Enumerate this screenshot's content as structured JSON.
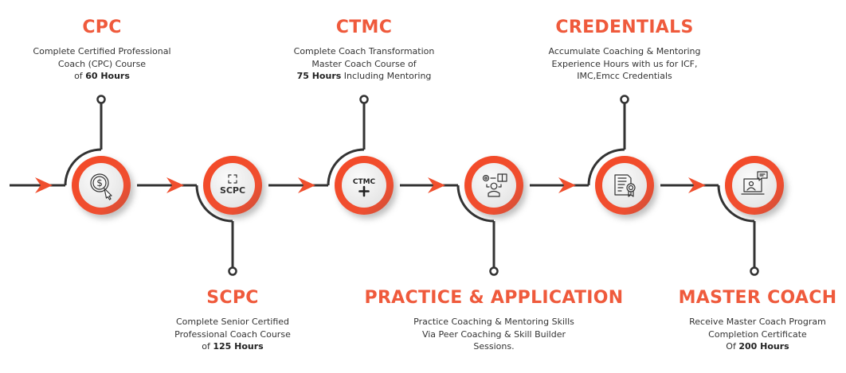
{
  "colors": {
    "accent": "#ef5a3c",
    "line": "#333333",
    "ring": "#ef4f2e",
    "disc": "#f1f1f1",
    "text": "#333333"
  },
  "steps": [
    {
      "id": "cpc",
      "position": "top",
      "title": "CPC",
      "icon": "dollar-click-icon",
      "desc_lines": [
        {
          "pre": "Complete Certified Professional",
          "bold": "",
          "post": ""
        },
        {
          "pre": "Coach (CPC) Course",
          "bold": "",
          "post": ""
        },
        {
          "pre": "of ",
          "bold": "60 Hours",
          "post": ""
        }
      ]
    },
    {
      "id": "scpc",
      "position": "bottom",
      "title": "SCPC",
      "icon": "scpc-logo-icon",
      "icon_text": "SCPC",
      "desc_lines": [
        {
          "pre": "Complete Senior Certified",
          "bold": "",
          "post": ""
        },
        {
          "pre": "Professional Coach Course",
          "bold": "",
          "post": ""
        },
        {
          "pre": "of ",
          "bold": "125 Hours",
          "post": ""
        }
      ]
    },
    {
      "id": "ctmc",
      "position": "top",
      "title": "CTMC",
      "icon": "ctmc-logo-icon",
      "icon_text": "CTMC",
      "desc_lines": [
        {
          "pre": "Complete Coach Transformation",
          "bold": "",
          "post": ""
        },
        {
          "pre": "Master Coach Course of",
          "bold": "",
          "post": ""
        },
        {
          "pre": "",
          "bold": "75 Hours",
          "post": " Including Mentoring"
        }
      ]
    },
    {
      "id": "practice",
      "position": "bottom",
      "title": "PRACTICE & APPLICATION",
      "icon": "mentor-skills-icon",
      "desc_lines": [
        {
          "pre": "Practice Coaching & Mentoring Skills",
          "bold": "",
          "post": ""
        },
        {
          "pre": "Via Peer Coaching & Skill Builder",
          "bold": "",
          "post": ""
        },
        {
          "pre": "Sessions.",
          "bold": "",
          "post": ""
        }
      ]
    },
    {
      "id": "credentials",
      "position": "top",
      "title": "CREDENTIALS",
      "icon": "certificate-icon",
      "desc_lines": [
        {
          "pre": "Accumulate Coaching & Mentoring",
          "bold": "",
          "post": ""
        },
        {
          "pre": "Experience Hours with us for ICF,",
          "bold": "",
          "post": ""
        },
        {
          "pre": "IMC,Emcc Credentials",
          "bold": "",
          "post": ""
        }
      ]
    },
    {
      "id": "master-coach",
      "position": "bottom",
      "title": "MASTER COACH",
      "icon": "laptop-coach-icon",
      "desc_lines": [
        {
          "pre": "Receive Master Coach Program",
          "bold": "",
          "post": ""
        },
        {
          "pre": "Completion Certificate",
          "bold": "",
          "post": ""
        },
        {
          "pre": "Of ",
          "bold": "200 Hours",
          "post": ""
        }
      ]
    }
  ]
}
